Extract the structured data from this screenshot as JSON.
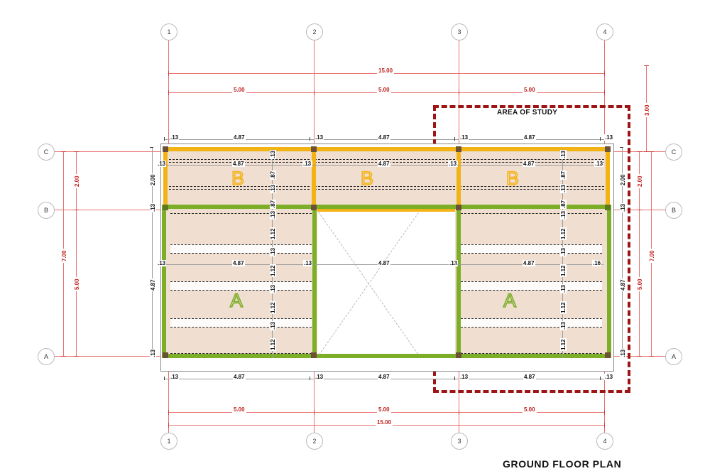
{
  "sheet": {
    "title": "GROUND FLOOR PLAN",
    "area_of_study_label": "AREA OF STUDY",
    "colors": {
      "grid_red": "#e8726f",
      "dim_red": "#c0201d",
      "beam_orange": "#f4b315",
      "beam_green": "#7cae27",
      "column_brown": "#6b5136",
      "area_of_study": "#9d1414",
      "dim_black": "#111111"
    }
  },
  "grids": {
    "vertical": [
      {
        "id": "g1",
        "label": "1"
      },
      {
        "id": "g2",
        "label": "2"
      },
      {
        "id": "g3",
        "label": "3"
      },
      {
        "id": "g4",
        "label": "4"
      }
    ],
    "horizontal": [
      {
        "id": "gA",
        "label": "A"
      },
      {
        "id": "gB",
        "label": "B"
      },
      {
        "id": "gC",
        "label": "C"
      }
    ]
  },
  "dimensions": {
    "top_overall": "15.00",
    "top_bays": [
      "5.00",
      "5.00",
      "5.00"
    ],
    "bottom_overall": "15.00",
    "bottom_bays": [
      "5.00",
      "5.00",
      "5.00"
    ],
    "right_offset": "3.00",
    "left_overall": "7.00",
    "left_segments": [
      "2.00",
      "5.00"
    ],
    "right_overall": "7.00",
    "right_segments": [
      "2.00",
      "5.00"
    ],
    "top_detail": [
      ".13",
      "4.87",
      ".13",
      "4.87",
      ".13",
      "4.87",
      ".13"
    ],
    "bottom_detail": [
      ".13",
      "4.87",
      ".13",
      "4.87",
      ".13",
      "4.87",
      ".13"
    ],
    "left_detail": [
      "2.00",
      ".13",
      "4.87",
      ".13"
    ],
    "right_detail": [
      "2.00",
      ".13",
      "4.87",
      ".13"
    ],
    "zone_b_width": "4.87",
    "zone_b_edge": ".13",
    "zone_b_vertical": [
      ".13",
      ".87",
      ".13",
      ".87",
      ".13"
    ],
    "zone_a_width": "4.87",
    "zone_a_edge": ".13",
    "zone_a_edge_right": ".16",
    "zone_a_vertical": [
      ".13",
      "1.12",
      ".13",
      "1.12",
      ".13",
      "1.12",
      ".13",
      "1.12",
      ".13"
    ],
    "void_width": "4.87",
    "void_edge": ".13"
  },
  "zones": [
    {
      "id": "b1",
      "label": "B",
      "color": "orange"
    },
    {
      "id": "b2",
      "label": "B",
      "color": "orange"
    },
    {
      "id": "b3",
      "label": "B",
      "color": "orange"
    },
    {
      "id": "a1",
      "label": "A",
      "color": "green"
    },
    {
      "id": "a2",
      "label": "A",
      "color": "green"
    }
  ]
}
